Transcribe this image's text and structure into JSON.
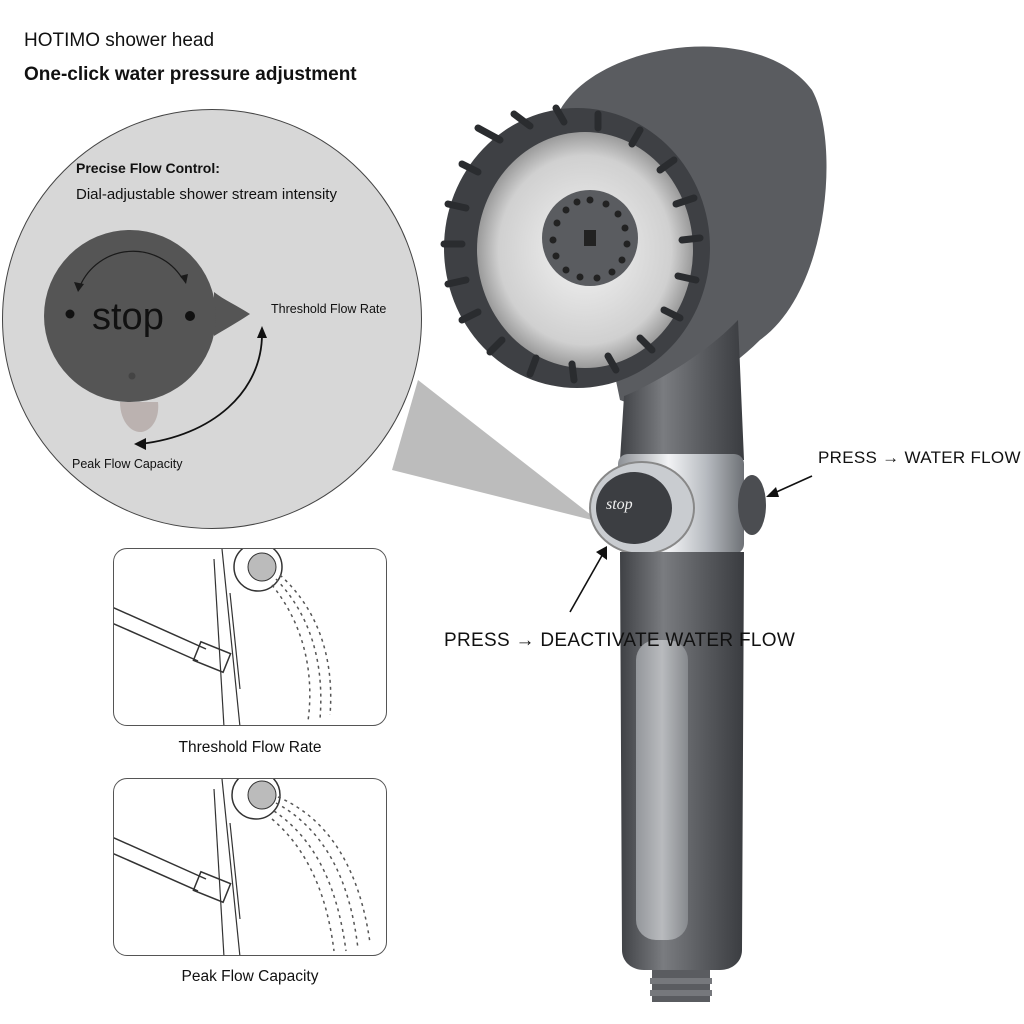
{
  "header": {
    "brand_line": "HOTIMO shower head",
    "headline": "One-click water pressure adjustment"
  },
  "callout": {
    "title": "Precise Flow Control:",
    "description": "Dial-adjustable shower stream intensity",
    "dial_label": "stop",
    "threshold_label": "Threshold Flow Rate",
    "peak_label": "Peak Flow Capacity"
  },
  "panels": [
    {
      "caption": "Threshold Flow Rate"
    },
    {
      "caption": "Peak Flow Capacity"
    }
  ],
  "product": {
    "button_label": "stop",
    "press_on_label": "PRESS → WATER FLOW",
    "press_off_label": "PRESS → DEACTIVATE WATER FLOW"
  },
  "colors": {
    "body": "#5b5d61",
    "dial": "#555555",
    "callout_bg": "#d7d7d7",
    "chrome": "#c9ccd0"
  }
}
